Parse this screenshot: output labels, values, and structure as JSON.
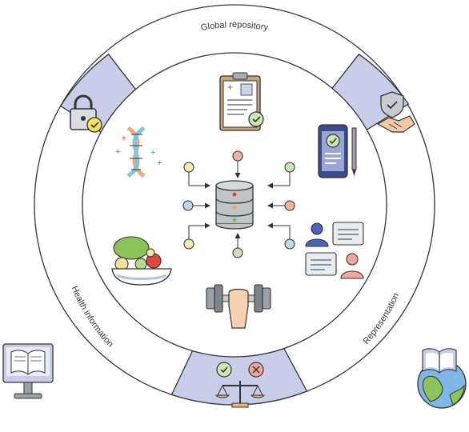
{
  "ring": {
    "top_label": "Global repository",
    "left_label": "Health information",
    "right_label": "Representation"
  },
  "colors": {
    "segment_fill": "#c9cde9",
    "outline": "#333333",
    "db_body": "#bfc4c9",
    "node_green": "#cfe2b3",
    "node_orange": "#f1b49f",
    "node_blue": "#b9dceb",
    "node_yellow": "#f2eab5",
    "check_green": "#cde7b3",
    "cross_red": "#f2a6a0"
  },
  "icons": [
    "padlock-check-icon",
    "medical-report-clipboard-icon",
    "handshake-shield-icon",
    "dna-helix-icon",
    "smartphone-check-icon",
    "database-icon",
    "food-bowl-icon",
    "chat-people-icon",
    "dumbbell-icon",
    "balance-scale-icon",
    "monitor-book-icon",
    "globe-book-icon"
  ]
}
